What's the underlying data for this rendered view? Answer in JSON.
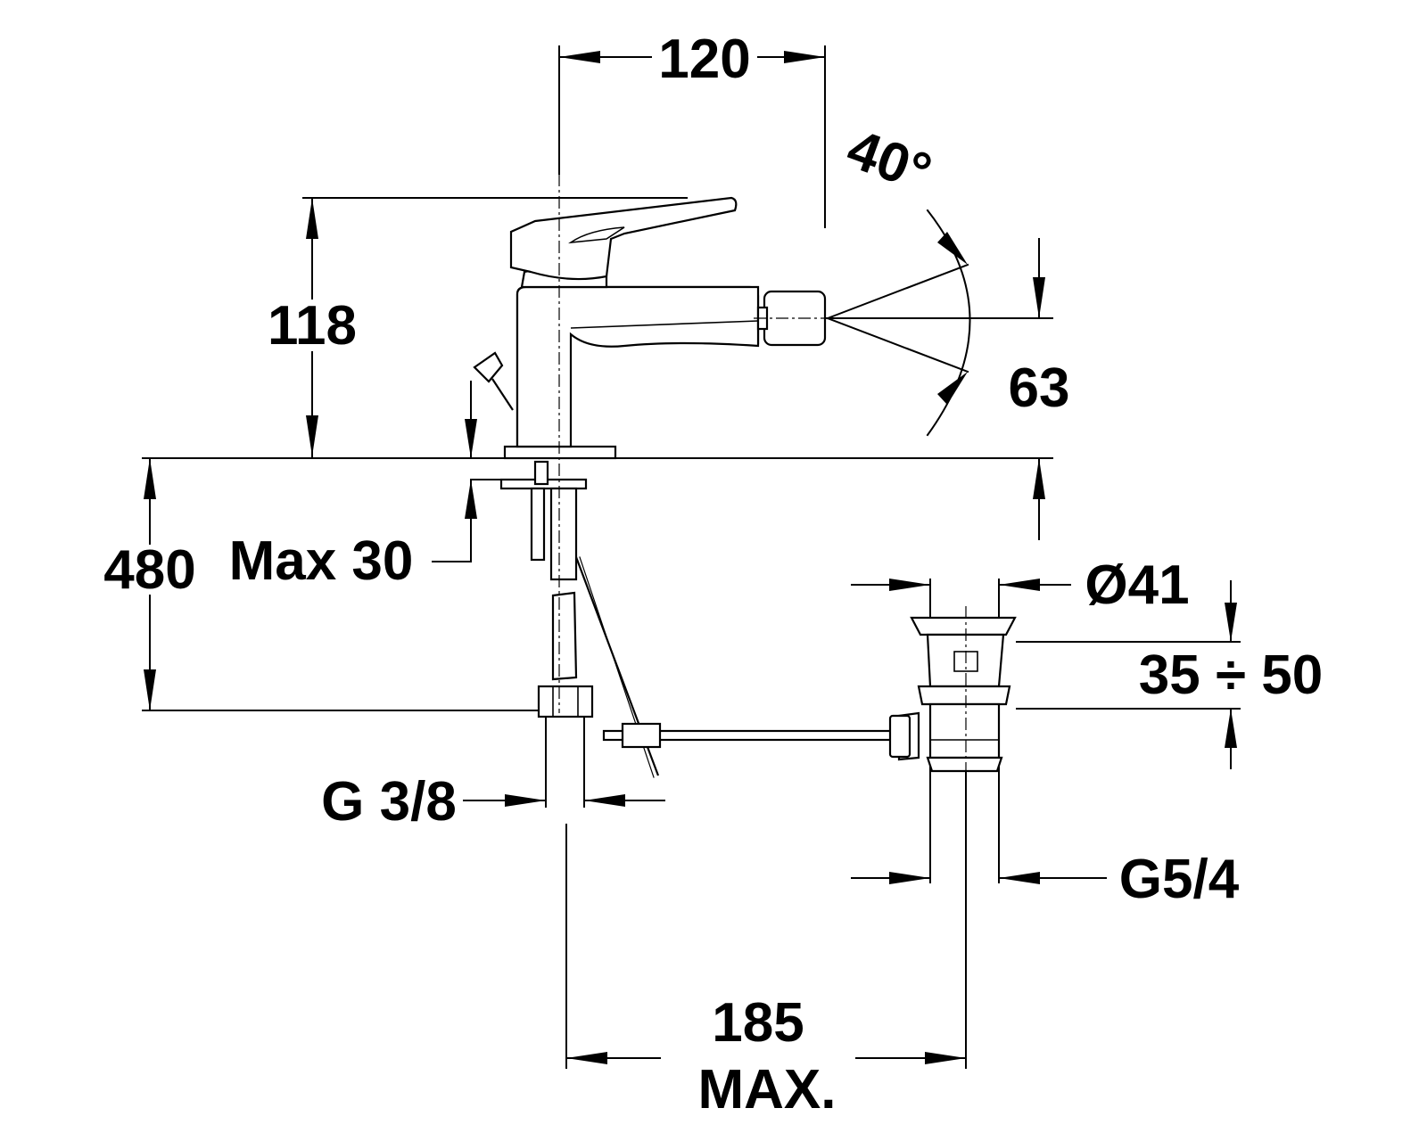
{
  "diagram": {
    "dimensions": {
      "top_width": "120",
      "angle": "40°",
      "height_spout": "118",
      "spout_offset": "63",
      "max_thickness": "Max 30",
      "hose_length": "480",
      "drain_diameter": "Ø41",
      "drain_range": "35 ÷ 50",
      "inlet_thread": "G 3/8",
      "drain_thread": "G5/4",
      "distance": "185",
      "distance_note": "MAX."
    }
  }
}
